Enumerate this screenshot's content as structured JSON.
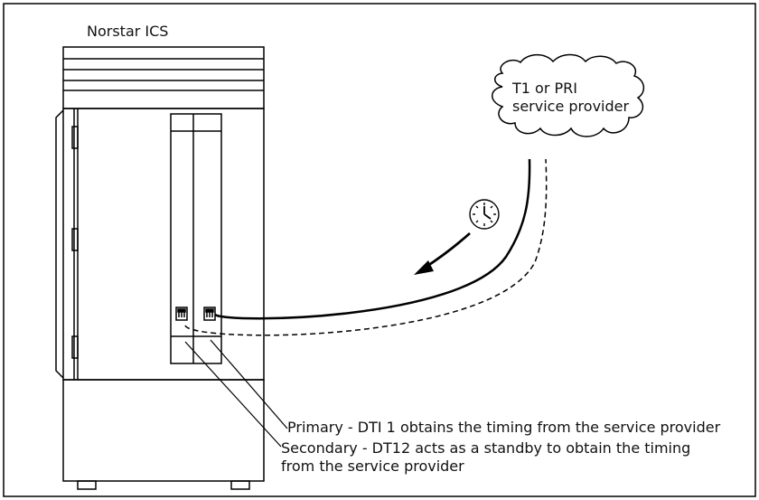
{
  "figure": {
    "system_label": "Norstar ICS",
    "cloud": {
      "line1": "T1 or PRI",
      "line2": "service provider"
    },
    "callouts": {
      "primary": "Primary - DTI 1 obtains the timing from the service provider",
      "secondary_line1": "Secondary - DT12 acts as a standby to obtain the timing",
      "secondary_line2": "from the service provider"
    },
    "icons": {
      "clock": "clock-icon",
      "arrow": "timing-direction-arrow"
    },
    "colors": {
      "line": "#000000",
      "background": "#ffffff"
    }
  }
}
